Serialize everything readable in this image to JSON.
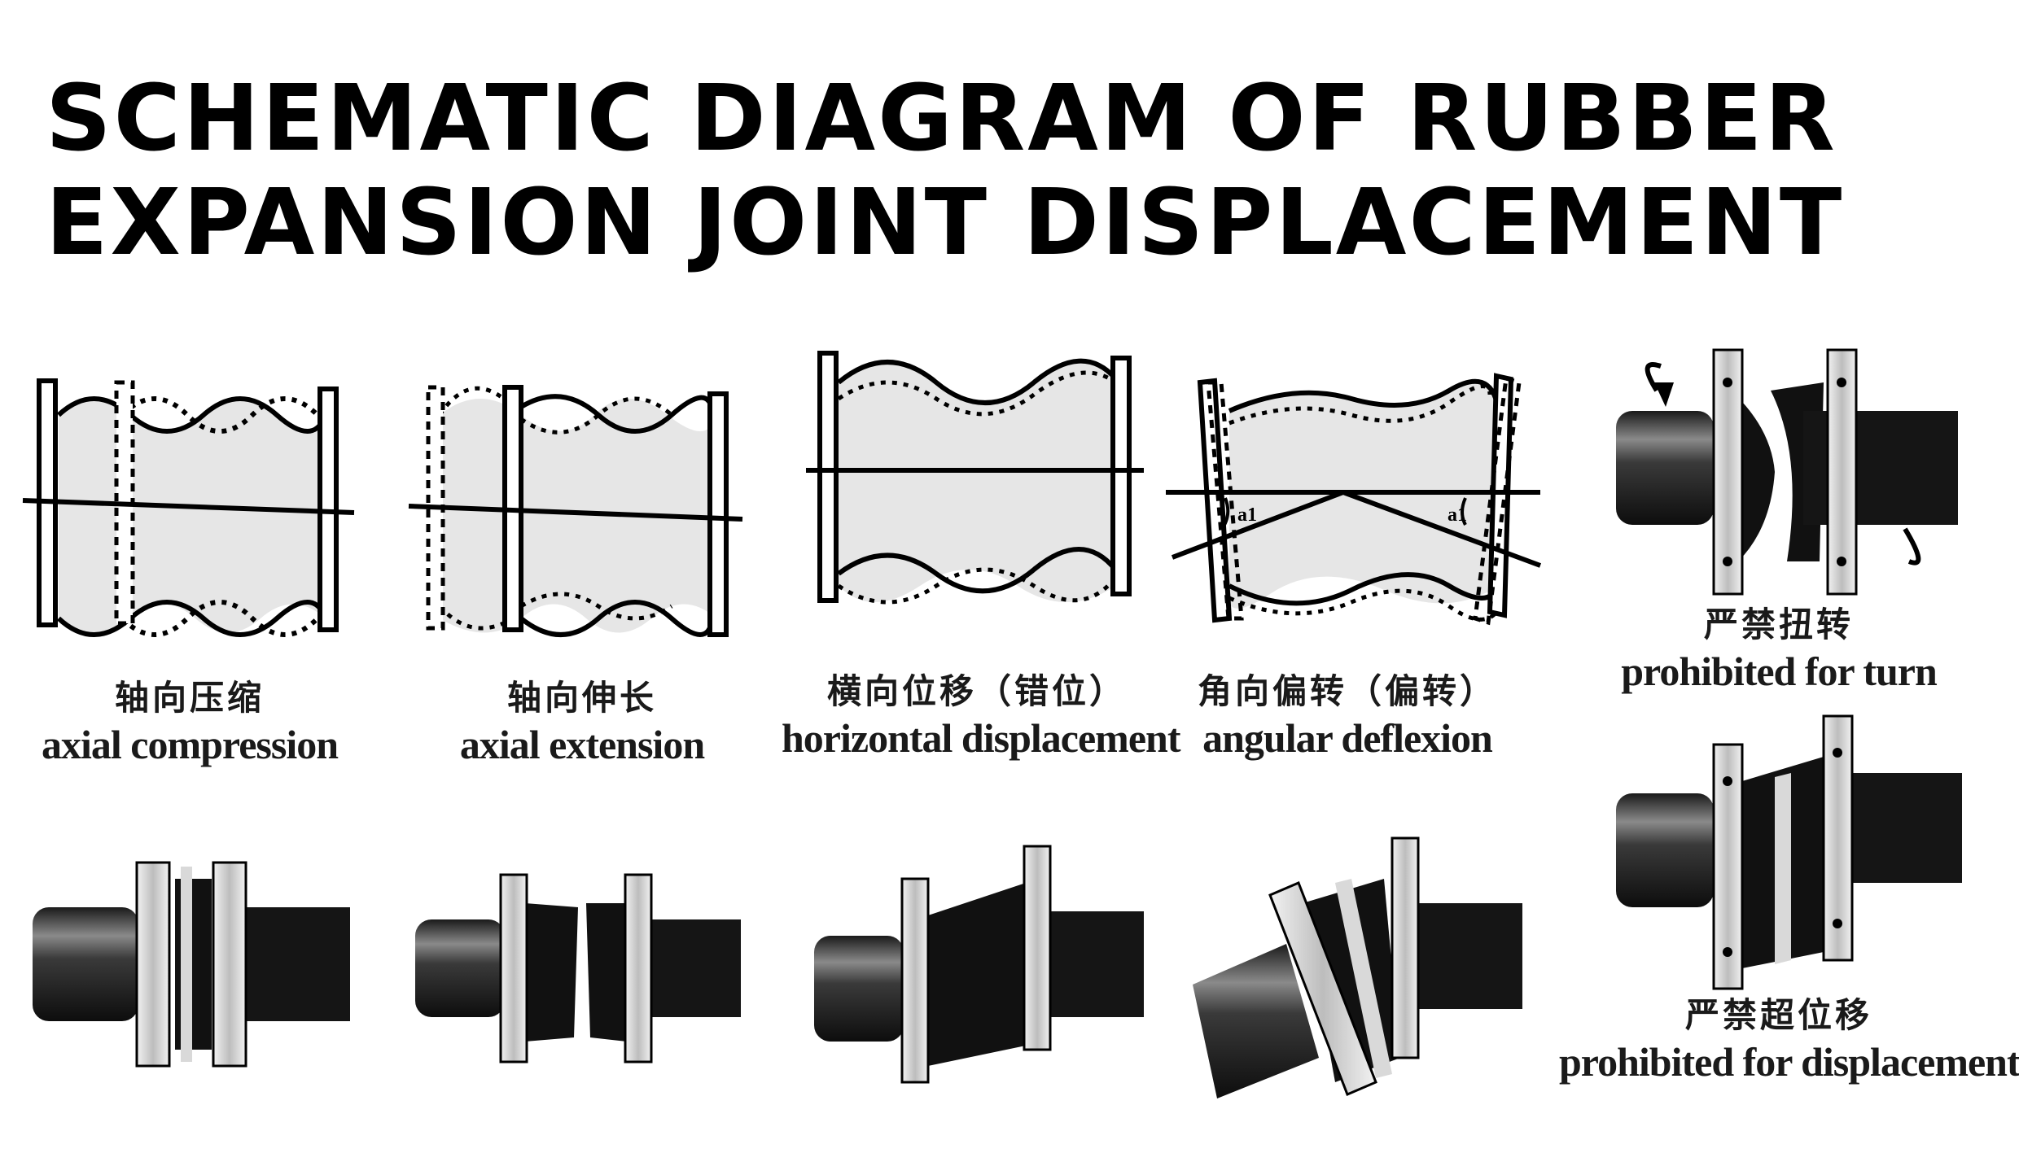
{
  "title": {
    "line1": "SCHEMATIC DIAGRAM OF RUBBER",
    "line2": "EXPANSION JOINT DISPLACEMENT"
  },
  "panels": [
    {
      "key": "axial-compression",
      "zh": "轴向压缩",
      "en": "axial compression"
    },
    {
      "key": "axial-extension",
      "zh": "轴向伸长",
      "en": "axial extension"
    },
    {
      "key": "horizontal-displacement",
      "zh": "横向位移（错位）",
      "en": "horizontal displacement"
    },
    {
      "key": "angular-deflexion",
      "zh": "角向偏转（偏转）",
      "en": "angular deflexion"
    },
    {
      "key": "prohibited-turn",
      "zh": "严禁扭转",
      "en": "prohibited for turn"
    },
    {
      "key": "prohibited-displacement",
      "zh": "严禁超位移",
      "en": "prohibited for displacement"
    }
  ],
  "angle_labels": [
    "a1",
    "a1"
  ],
  "colors": {
    "ink": "#000000",
    "body_fill": "#e6e6e6",
    "flange": "#d9d9d9",
    "pipe": "#2b2b2b"
  }
}
